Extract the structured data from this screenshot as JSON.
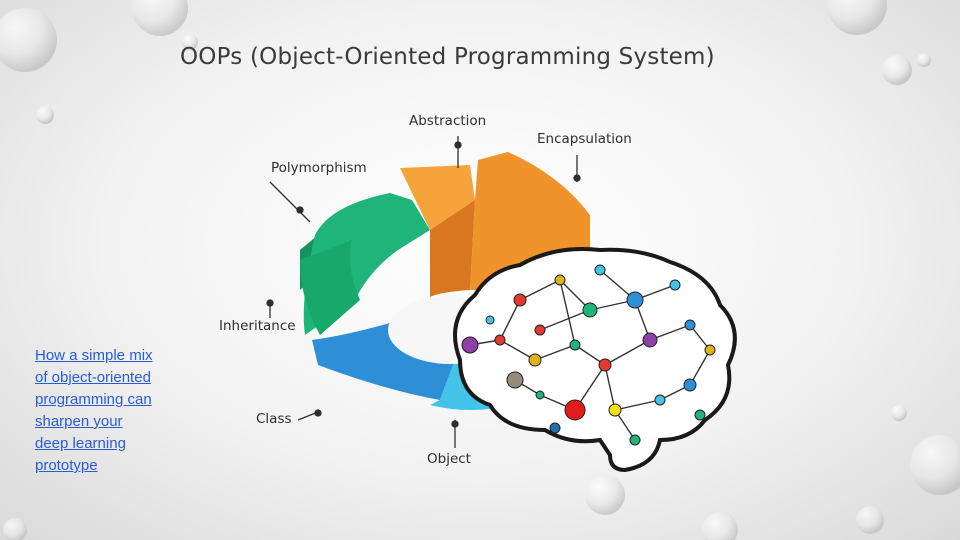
{
  "slide": {
    "title": "OOPs (Object-Oriented Programming System)",
    "caption_link": "How a simple mix of object-oriented programming can sharpen your deep learning prototype"
  },
  "diagram": {
    "labels": {
      "abstraction": "Abstraction",
      "encapsulation": "Encapsulation",
      "polymorphism": "Polymorphism",
      "inheritance": "Inheritance",
      "class": "Class",
      "object": "Object"
    },
    "colors": {
      "orange_top": "#f4a43a",
      "orange_side": "#d9771f",
      "green_top": "#1fb57a",
      "green_side": "#16945f",
      "blue_top": "#2f8fd6",
      "blue_side": "#1f6fb0",
      "cyan_top": "#43c3e8",
      "cyan_side": "#2aa0c6"
    }
  }
}
